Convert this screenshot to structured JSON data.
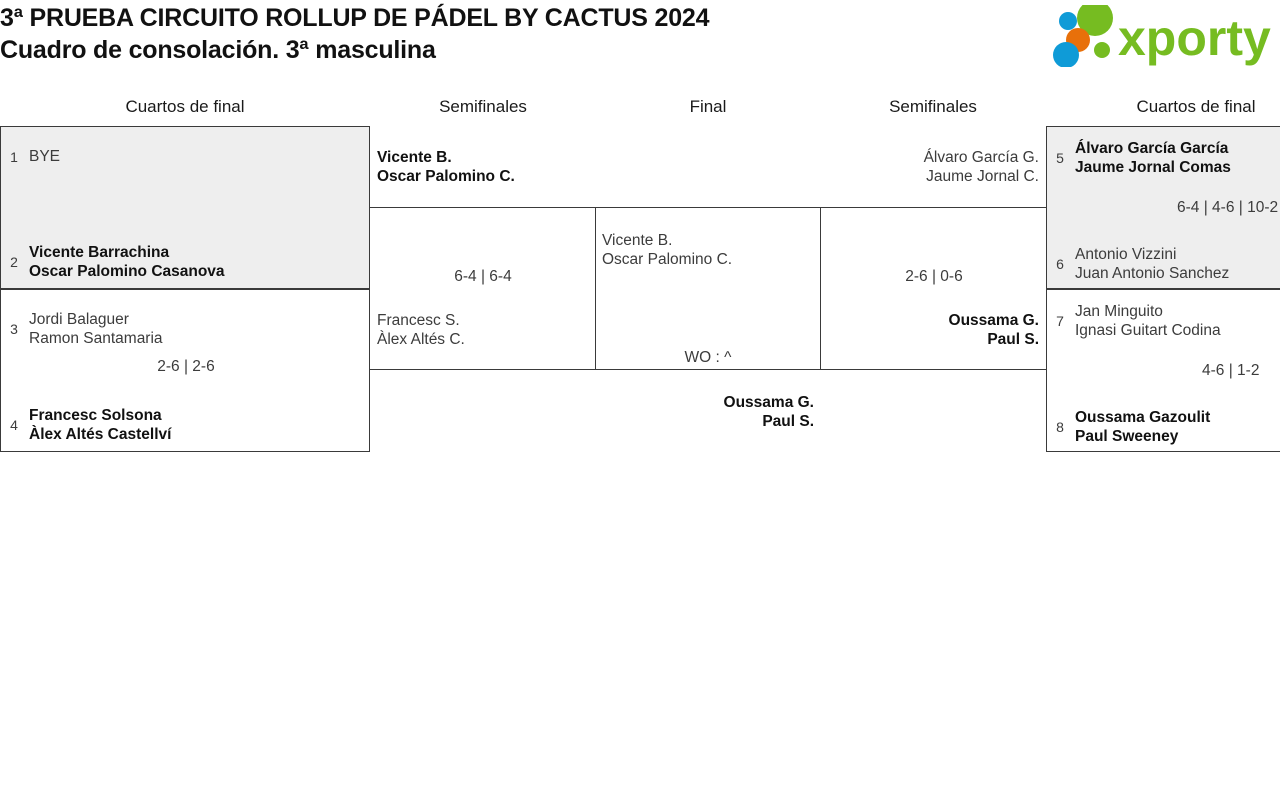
{
  "header": {
    "title_line1": "3ª PRUEBA CIRCUITO ROLLUP DE PÁDEL BY CACTUS 2024",
    "title_line2": "Cuadro de consolación. 3ª masculina",
    "logo_text": "xporty",
    "logo_colors": {
      "green": "#76bc21",
      "blue": "#0f9bd7",
      "orange": "#e8700a"
    }
  },
  "rounds": {
    "left_qf": "Cuartos de final",
    "left_sf": "Semifinales",
    "final": "Final",
    "right_sf": "Semifinales",
    "right_qf": "Cuartos de final"
  },
  "left_quarterfinals": [
    {
      "seed_a": "1",
      "player_a1": "BYE",
      "player_a2": "",
      "seed_b": "2",
      "player_b1": "Vicente Barrachina",
      "player_b2": "Oscar Palomino Casanova",
      "score": "",
      "winner": "b"
    },
    {
      "seed_a": "3",
      "player_a1": "Jordi Balaguer",
      "player_a2": "Ramon Santamaria",
      "seed_b": "4",
      "player_b1": "Francesc Solsona",
      "player_b2": "Àlex Altés Castellví",
      "score": "2-6 | 2-6",
      "winner": "b"
    }
  ],
  "left_semifinal": {
    "top_1": "Vicente B.",
    "top_2": "Oscar Palomino C.",
    "bottom_1": "Francesc S.",
    "bottom_2": "Àlex Altés C.",
    "score": "6-4 | 6-4",
    "winner": "top"
  },
  "final": {
    "left_1": "Vicente B.",
    "left_2": "Oscar Palomino C.",
    "score": "WO : ^",
    "champion_1": "Oussama G.",
    "champion_2": "Paul S."
  },
  "right_semifinal": {
    "top_1": "Álvaro García G.",
    "top_2": "Jaume Jornal C.",
    "bottom_1": "Oussama G.",
    "bottom_2": "Paul S.",
    "score": "2-6 | 0-6",
    "winner": "bottom"
  },
  "right_quarterfinals": [
    {
      "seed_a": "5",
      "player_a1": "Álvaro García García",
      "player_a2": "Jaume Jornal Comas",
      "seed_b": "6",
      "player_b1": "Antonio Vizzini",
      "player_b2": "Juan Antonio Sanchez",
      "score": "6-4 | 4-6 | 10-2",
      "winner": "a"
    },
    {
      "seed_a": "7",
      "player_a1": "Jan Minguito",
      "player_a2": "Ignasi Guitart Codina",
      "seed_b": "8",
      "player_b1": "Oussama Gazoulit",
      "player_b2": "Paul Sweeney",
      "score": "4-6 | 1-2",
      "winner": "b"
    }
  ]
}
